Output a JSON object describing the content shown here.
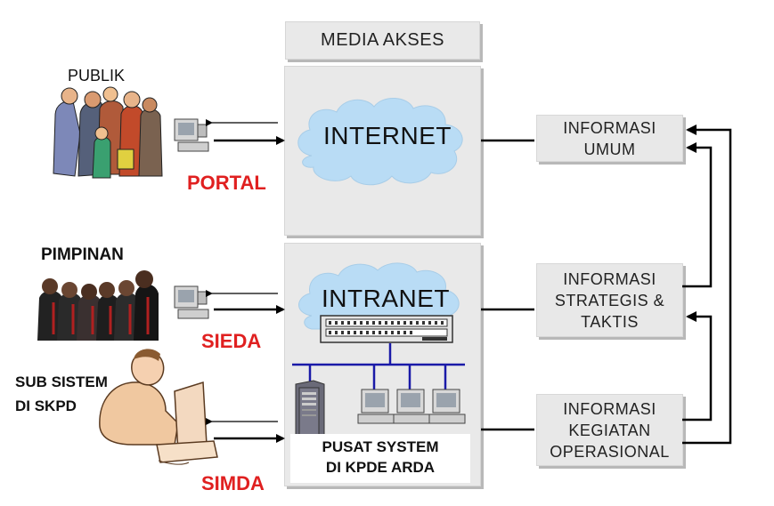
{
  "header": {
    "media_akses": "MEDIA AKSES"
  },
  "users": {
    "publik": "PUBLIK",
    "pimpinan": "PIMPINAN",
    "sub_sistem_line1": "SUB SISTEM",
    "sub_sistem_line2": "DI SKPD"
  },
  "systems": {
    "portal": "PORTAL",
    "sieda": "SIEDA",
    "simda": "SIMDA"
  },
  "networks": {
    "internet": "INTERNET",
    "intranet": "INTRANET"
  },
  "pusat": {
    "line1": "PUSAT SYSTEM",
    "line2": "DI KPDE ARDA"
  },
  "informasi": {
    "umum": [
      "INFORMASI",
      "UMUM"
    ],
    "strategis": [
      "INFORMASI",
      "STRATEGIS &",
      "TAKTIS"
    ],
    "operasional": [
      "INFORMASI",
      "KEGIATAN",
      "OPERASIONAL"
    ]
  },
  "colors": {
    "red_label": "#e02020",
    "cloud": "#b9dcf5",
    "network_line": "#1a1aa8"
  },
  "icons": [
    "group-people-icon",
    "business-people-icon",
    "office-worker-icon",
    "computer-icon",
    "cloud-icon",
    "network-switch-icon",
    "server-icon"
  ]
}
